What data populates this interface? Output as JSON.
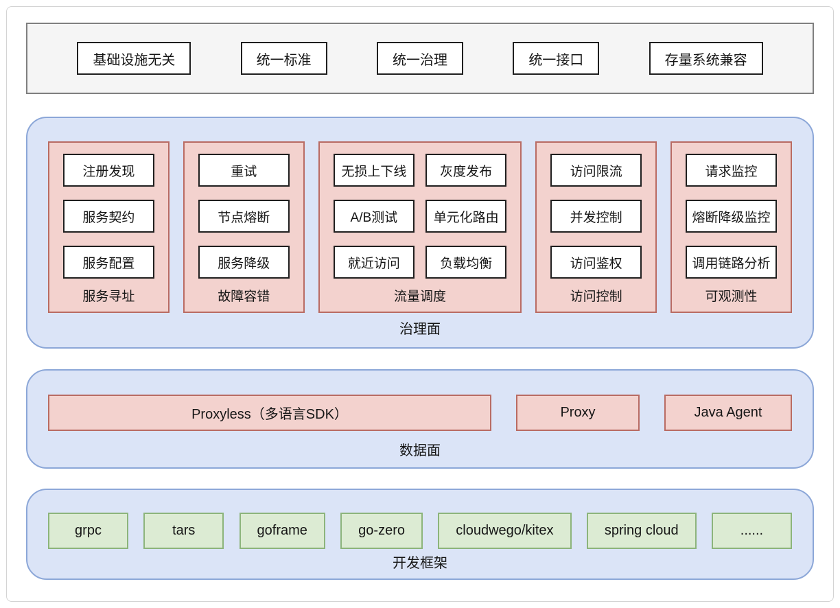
{
  "palette": {
    "plane_fill": "#dbe4f7",
    "plane_border": "#8ca7d8",
    "module_fill": "#f3d2ce",
    "module_border": "#b96b63",
    "framework_fill": "#dcebd3",
    "framework_border": "#8cb47b",
    "principles_fill": "#f5f5f5",
    "principles_border": "#7f7f7f",
    "item_border": "#1f1f1f",
    "text": "#161616"
  },
  "principles": {
    "items": [
      "基础设施无关",
      "统一标准",
      "统一治理",
      "统一接口",
      "存量系统兼容"
    ]
  },
  "governance_plane": {
    "label": "治理面",
    "groups": [
      {
        "id": "service-addressing",
        "label": "服务寻址",
        "columns": 1,
        "items": [
          "注册发现",
          "服务契约",
          "服务配置"
        ]
      },
      {
        "id": "fault-tolerance",
        "label": "故障容错",
        "columns": 1,
        "items": [
          "重试",
          "节点熔断",
          "服务降级"
        ]
      },
      {
        "id": "traffic-scheduling",
        "label": "流量调度",
        "columns": 2,
        "items": [
          "无损上下线",
          "灰度发布",
          "A/B测试",
          "单元化路由",
          "就近访问",
          "负载均衡"
        ]
      },
      {
        "id": "access-control",
        "label": "访问控制",
        "columns": 1,
        "items": [
          "访问限流",
          "并发控制",
          "访问鉴权"
        ]
      },
      {
        "id": "observability",
        "label": "可观测性",
        "columns": 1,
        "items": [
          "请求监控",
          "熔断降级监控",
          "调用链路分析"
        ]
      }
    ]
  },
  "data_plane": {
    "label": "数据面",
    "items": [
      {
        "id": "proxyless",
        "label": "Proxyless（多语言SDK）"
      },
      {
        "id": "proxy",
        "label": "Proxy"
      },
      {
        "id": "java-agent",
        "label": "Java Agent"
      }
    ]
  },
  "frameworks": {
    "label": "开发框架",
    "items": [
      "grpc",
      "tars",
      "goframe",
      "go-zero",
      "cloudwego/kitex",
      "spring cloud",
      "......"
    ]
  }
}
